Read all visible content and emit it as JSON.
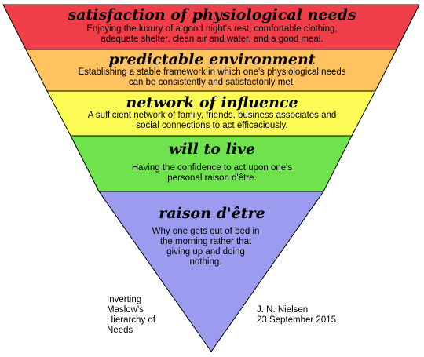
{
  "levels": [
    {
      "title": "satisfaction of physiological needs",
      "description": "Enjoying the luxury of a good night's rest, comfortable clothing, adequate shelter, clean air and water, and a good meal.",
      "color": "#f13f4a"
    },
    {
      "title": "predictable environment",
      "description": "Establishing a stable framework in which one's physiological needs can be consistently and satisfactorily met.",
      "color": "#fec25f"
    },
    {
      "title": "network of influence",
      "description": "A sufficient network of family, friends, business associates and social connections to act efficaciously.",
      "color": "#fdfc56"
    },
    {
      "title": "will to live",
      "description": "Having the confidence to act upon one's personal raison d'être.",
      "color": "#6ee34d"
    },
    {
      "title": "raison d'être",
      "description": "Why one gets out of bed in the morning rather that giving up and doing nothing.",
      "color": "#9b9cef"
    }
  ],
  "caption": "Inverting Maslow's Hierarchy of Needs",
  "author": "J. N. Nielsen",
  "date": "23 September 2015"
}
